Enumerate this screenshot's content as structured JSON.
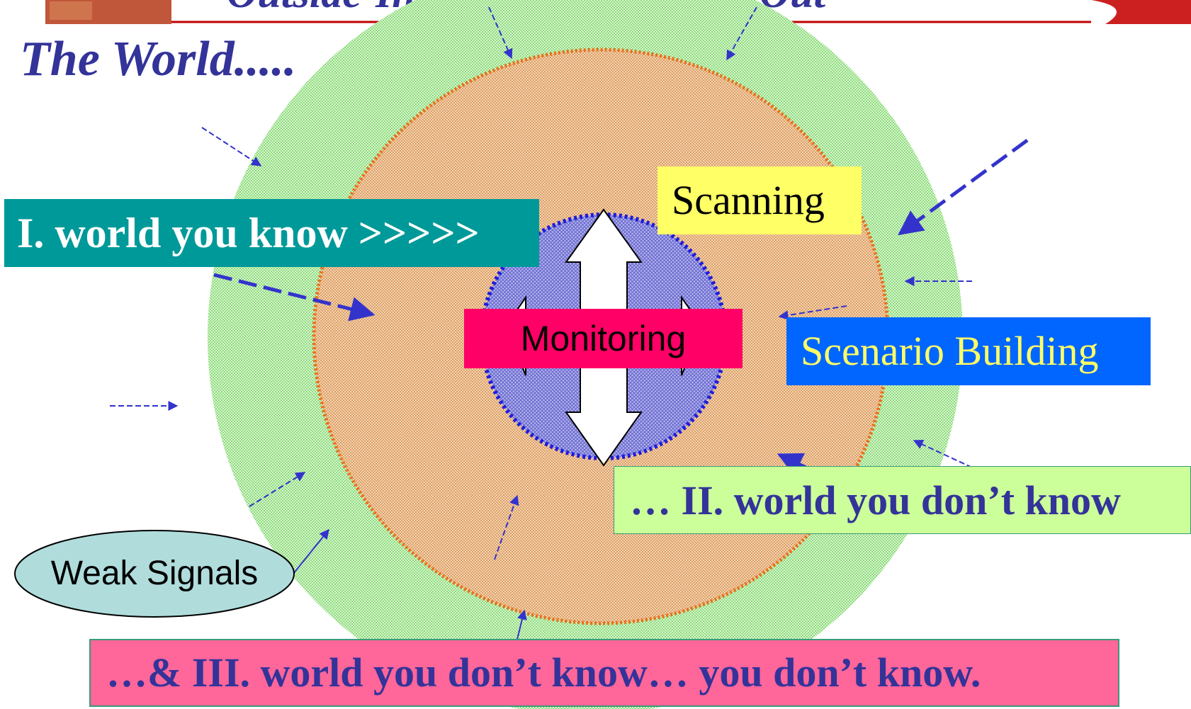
{
  "header": {
    "title": "Outside-In More Than Inside-Out",
    "subtitle": "The World....."
  },
  "zones": {
    "known": "I. world you know >>>>>",
    "unknown": "… II. world you don’t know",
    "unknown_unknown": "…& III. world you don’t know… you don’t know."
  },
  "activities": {
    "scanning": "Scanning",
    "scenario_building": "Scenario Building",
    "monitoring": "Monitoring",
    "weak_signals": "Weak Signals"
  },
  "colors": {
    "outer_circle": "#b8ecac",
    "middle_circle": "#e9b987",
    "middle_border": "#e8701a",
    "inner_circle": "#9e9ee0",
    "inner_border": "#1d1ddb",
    "known_box": "#009999",
    "scanning_box": "#ffff66",
    "scenario_box": "#0066ff",
    "scenario_text": "#ffff66",
    "monitoring_box": "#ff0066",
    "unknown_box": "#ccff99",
    "unknown_text": "#333399",
    "unknown_unknown_box": "#ff6699",
    "weak_signals_fill": "#b0dcdc",
    "arrows": "#3333cc",
    "title_text": "#333399",
    "banner_line": "#c00000"
  },
  "icons": [
    "double-arrow-icon",
    "signal-arrow-icon"
  ]
}
